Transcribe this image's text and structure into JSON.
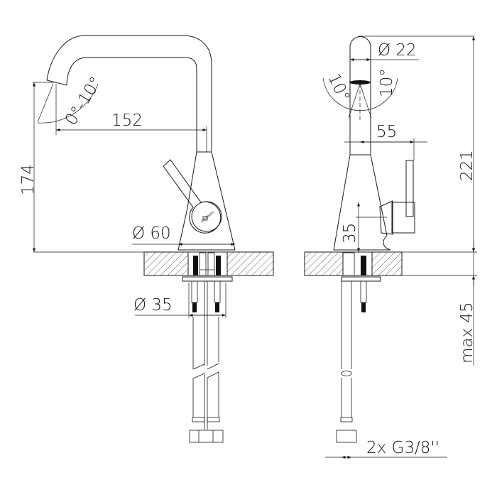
{
  "drawing": {
    "subject": "Single-lever basin faucet technical drawing",
    "front_view": {
      "dimensions": {
        "spout_reach": "152",
        "spout_height": "174",
        "base_diameter": "Ø 60",
        "hole_diameter": "Ø 35",
        "spout_angle": "0°-10°"
      },
      "logo_text": "STEINBERG"
    },
    "side_view": {
      "dimensions": {
        "spout_diameter": "Ø 22",
        "spray_angle_left": "10°",
        "spray_angle_right": "10°",
        "lever_offset": "55",
        "lever_height": "35",
        "total_height": "221",
        "max_deck_thickness": "max 45",
        "connection": "2x G3/8''"
      }
    },
    "colors": {
      "line": "#1a1a1a",
      "background": "#ffffff"
    }
  }
}
